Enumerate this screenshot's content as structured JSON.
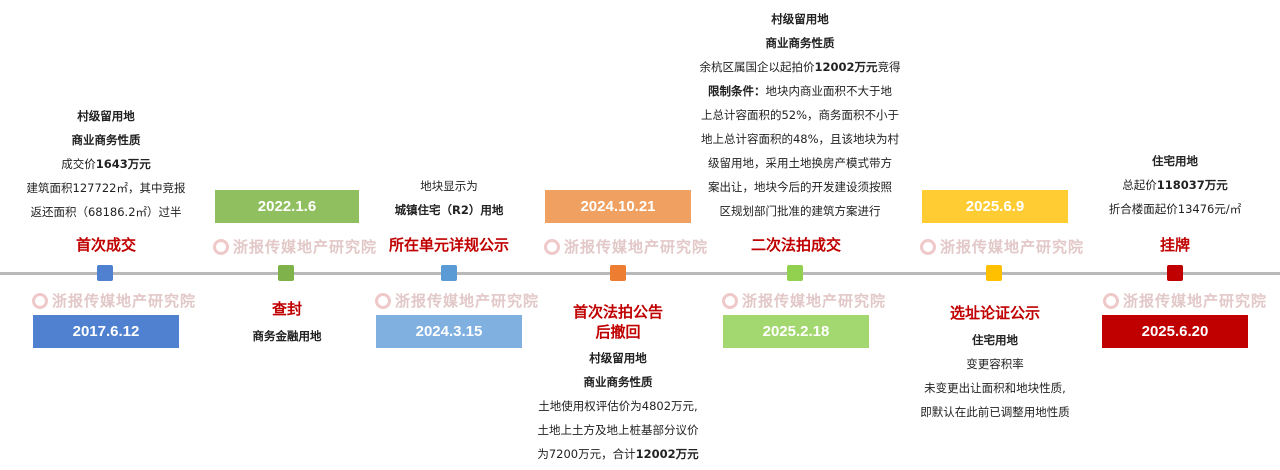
{
  "colors": {
    "blue_dark": "#4f81d0",
    "green": "#7fb24a",
    "blue_light": "#5b9bd5",
    "orange": "#ed7d31",
    "light_green": "#92d050",
    "yellow": "#ffc000",
    "red": "#c00000",
    "axis": "#b9b9b9"
  },
  "watermark": "浙报传媒地产研究院",
  "events": [
    {
      "date": "2017.6.12",
      "title": "首次成交",
      "lines": [
        "村级留用地",
        "商业商务性质"
      ],
      "price_prefix": "成交价",
      "price_value": "1643万元",
      "extra": [
        "建筑面积127722㎡，其中竞报",
        "返还面积（68186.2㎡）过半"
      ]
    },
    {
      "date": "2022.1.6",
      "title": "查封",
      "lines": [
        "商务金融用地"
      ]
    },
    {
      "date": "2024.3.15",
      "title": "所在单元详规公示",
      "lines": [
        "地块显示为",
        "城镇住宅（R2）用地"
      ]
    },
    {
      "date": "2024.10.21",
      "title": "首次法拍公告后撤回",
      "title_lines": [
        "首次法拍公告",
        "后撤回"
      ],
      "lines": [
        "村级留用地",
        "商业商务性质"
      ],
      "extra": [
        "土地使用权评估价为4802万元,",
        "土地上土方及地上桩基部分议价"
      ],
      "total_prefix": "为7200万元，合计",
      "total_value": "12002万元"
    },
    {
      "date": "2025.2.18",
      "title": "二次法拍成交",
      "lines": [
        "村级留用地",
        "商业商务性质"
      ],
      "price_prefix": "余杭区属国企以起拍价",
      "price_value": "12002万元",
      "price_suffix": "竞得",
      "limit_label": "限制条件：",
      "limit_first": "地块内商业面积不大于地",
      "extra": [
        "上总计容面积的52%，商务面积不小于",
        "地上总计容面积的48%，且该地块为村",
        "级留用地，采用土地换房产模式带方",
        "案出让，地块今后的开发建设须按照",
        "区规划部门批准的建筑方案进行"
      ]
    },
    {
      "date": "2025.6.9",
      "title": "选址论证公示",
      "lines": [
        "住宅用地"
      ],
      "extra": [
        "变更容积率",
        "未变更出让面积和地块性质,",
        "即默认在此前已调整用地性质"
      ]
    },
    {
      "date": "2025.6.20",
      "title": "挂牌",
      "lines": [
        "住宅用地"
      ],
      "price_prefix": "总起价",
      "price_value": "118037万元",
      "extra": [
        "折合楼面起价13476元/㎡"
      ]
    }
  ]
}
